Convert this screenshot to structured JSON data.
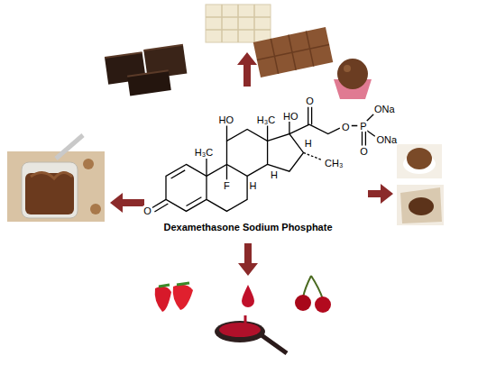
{
  "diagram": {
    "labels": [
      "Dexamethasone Sodium Phosphate",
      "HO",
      "H₃C",
      "HO",
      "O",
      "O",
      "P",
      "ONa",
      "ONa",
      "O",
      "H₃C",
      "H",
      "F",
      "H",
      "H",
      "CH₃",
      "O"
    ]
  }
}
